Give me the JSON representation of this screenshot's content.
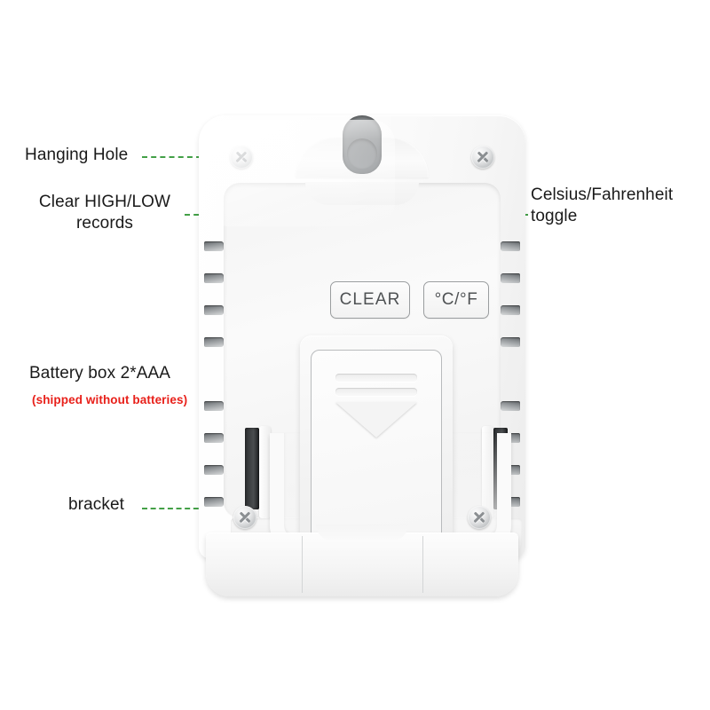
{
  "diagram": {
    "title": "Digital thermometer back panel callout diagram",
    "accent_color": "#43a047",
    "warning_color": "#e8201a",
    "callouts": [
      {
        "id": "hanging-hole",
        "label": "Hanging Hole"
      },
      {
        "id": "clear-records",
        "label": "Clear HIGH/LOW\nrecords"
      },
      {
        "id": "cf-toggle",
        "label": "Celsius/Fahrenheit\ntoggle"
      },
      {
        "id": "battery-box",
        "label": "Battery box 2*AAA",
        "note": "(shipped without batteries)"
      },
      {
        "id": "bracket",
        "label": "bracket"
      }
    ]
  },
  "device": {
    "buttons": [
      {
        "id": "clear-button",
        "label": "CLEAR"
      },
      {
        "id": "cf-button",
        "label": "°C/°F"
      }
    ],
    "parts": {
      "hanging_hole": "keyhole-slot",
      "screws": [
        "top-left",
        "top-right",
        "bottom-left",
        "bottom-right"
      ],
      "battery_door": "slide-off-door-with-down-arrow",
      "bracket": "fold-out-kickstand",
      "vents": "side-ventilation-slots"
    },
    "vent_count_per_side": 8
  }
}
